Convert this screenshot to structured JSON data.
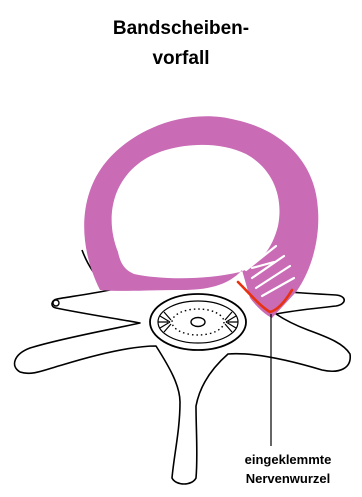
{
  "title": {
    "line1": "Bandscheiben-",
    "line2": "vorfall"
  },
  "label": {
    "line1": "eingeklemmte",
    "line2": "Nervenwurzel"
  },
  "colors": {
    "disc": "#c96bb5",
    "nerve": "#e8320f",
    "outline": "#000000",
    "background": "#ffffff"
  }
}
